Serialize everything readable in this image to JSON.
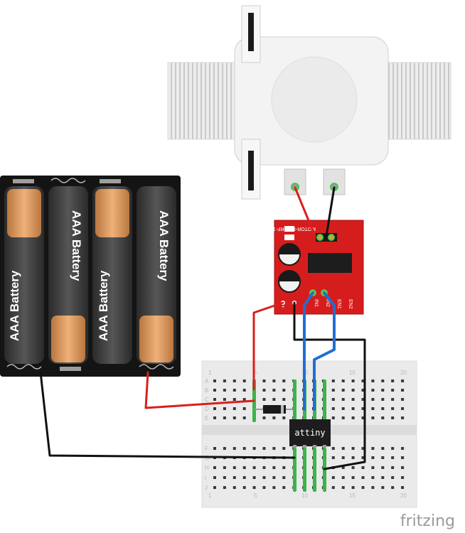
{
  "battery_pack": {
    "cells": [
      "AAA Battery",
      "AAA Battery",
      "AAA Battery",
      "AAA Battery"
    ]
  },
  "driver_board": {
    "silk_title": "MOTOR-B FORF-1",
    "pins": [
      "+",
      "-",
      "IN1",
      "IN2",
      "EN1",
      "EN2"
    ]
  },
  "chip_label": "attiny",
  "breadboard": {
    "column_numbers": [
      "1",
      "5",
      "10",
      "15",
      "20"
    ],
    "top_rows": [
      "A",
      "B",
      "C",
      "D",
      "E"
    ],
    "bottom_rows": [
      "F",
      "G",
      "H",
      "I",
      "J"
    ]
  },
  "brand": "fritzing",
  "colors": {
    "wire_red": "#d9201c",
    "wire_black": "#111111",
    "wire_blue": "#1f6fd1",
    "board_red": "#d61d1d",
    "battery_copper": "#d9955c"
  }
}
